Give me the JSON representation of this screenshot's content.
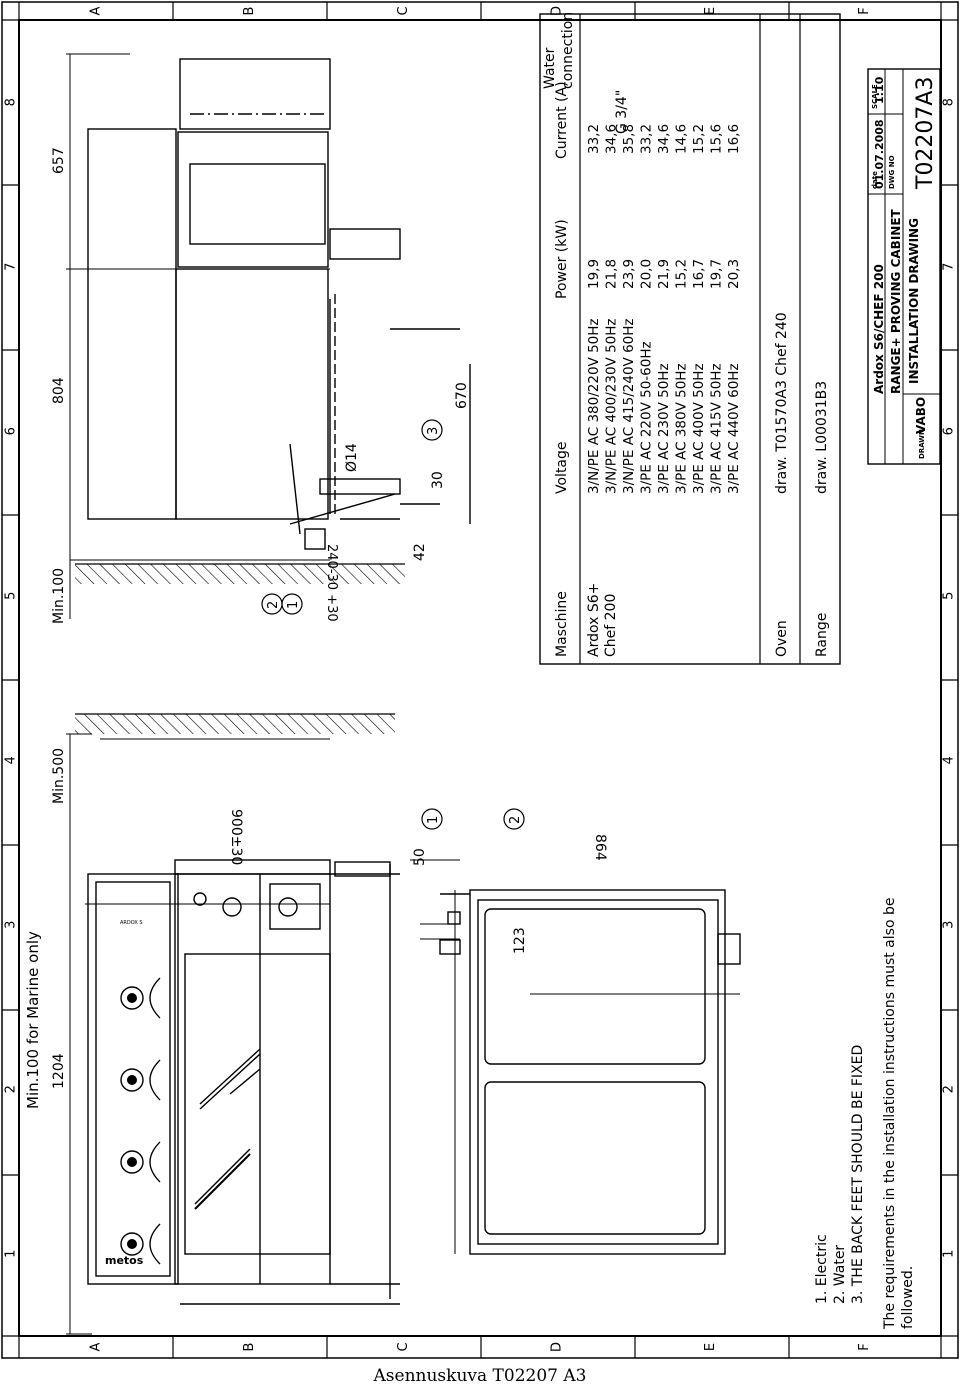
{
  "grid": {
    "letters": [
      "A",
      "B",
      "C",
      "D",
      "E",
      "F"
    ],
    "numbers": [
      "1",
      "2",
      "3",
      "4",
      "5",
      "6",
      "7",
      "8"
    ]
  },
  "notes": {
    "marine": "Min.100 for Marine only",
    "items": [
      "1. Electric",
      "2. Water",
      "3. THE BACK FEET SHOULD BE FIXED"
    ],
    "requirement_line1": "The requirements in the installation instructions must also be",
    "requirement_line2": "followed."
  },
  "dimensions": {
    "width_total": "1204",
    "min500": "Min.500",
    "min100": "Min.100",
    "depth_804": "804",
    "height_657": "657",
    "height_900": "900±30",
    "depth_864": "864",
    "d123": "123",
    "d50": "50",
    "d240": "240-30 +30",
    "d42": "42",
    "d30": "30",
    "d670": "670",
    "phi14": "Ø14"
  },
  "callouts": [
    "1",
    "2",
    "3"
  ],
  "brand": {
    "logo": "metos",
    "model_plate": "ARDOX S"
  },
  "table": {
    "headers": {
      "machine": "Maschine",
      "voltage": "Voltage",
      "power": "Power (kW)",
      "current": "Current (A)",
      "water_line1": "Water",
      "water_line2": "connection"
    },
    "machines": [
      "Ardox S6+",
      "Chef 200"
    ],
    "water_value": "G 3/4\"",
    "rows": [
      {
        "voltage": "3/N/PE AC 380/220V 50Hz",
        "power": "19,9",
        "current": "33,2"
      },
      {
        "voltage": "3/N/PE AC 400/230V 50Hz",
        "power": "21,8",
        "current": "34,6"
      },
      {
        "voltage": "3/N/PE AC 415/240V 60Hz",
        "power": "23,9",
        "current": "35,8"
      },
      {
        "voltage": "3/PE AC 220V 50-60Hz",
        "power": "20,0",
        "current": "33,2"
      },
      {
        "voltage": "3/PE AC 230V 50Hz",
        "power": "21,9",
        "current": "34,6"
      },
      {
        "voltage": "3/PE AC 380V 50Hz",
        "power": "15,2",
        "current": "14,6"
      },
      {
        "voltage": "3/PE AC 400V 50Hz",
        "power": "16,7",
        "current": "15,2"
      },
      {
        "voltage": "3/PE AC 415V 50Hz",
        "power": "19,7",
        "current": "15,6"
      },
      {
        "voltage": "3/PE AC 440V 60Hz",
        "power": "20,3",
        "current": "16,6"
      }
    ],
    "oven_label": "Oven",
    "oven_value": "draw. T01570A3   Chef 240",
    "range_label": "Range",
    "range_value": "draw. L00031B3"
  },
  "title_block": {
    "title1": "Ardox S6/CHEF 200",
    "title2": "RANGE+ PROVING CABINET",
    "title3": "INSTALLATION DRAWING",
    "date_label": "date",
    "date": "01.07.2008",
    "scale_label": "SCALE",
    "scale": "1:10",
    "dwg_label": "DWG NO",
    "dwg_no": "T02207A3",
    "drawn_label": "DRAWN",
    "drawn": "VABO"
  },
  "caption": "Asennuskuva T02207 A3"
}
